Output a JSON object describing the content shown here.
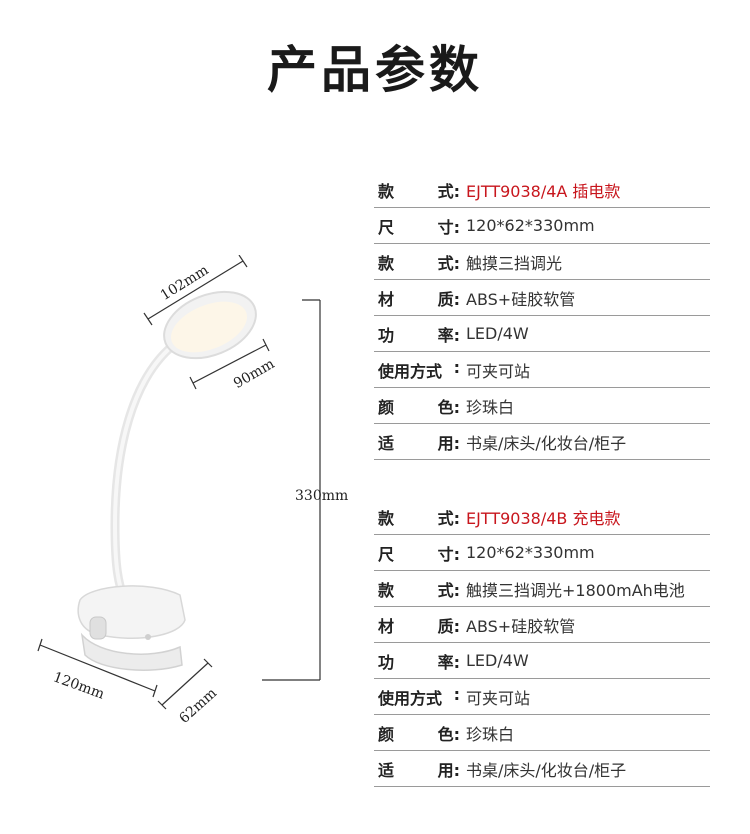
{
  "title": "产品参数",
  "dimensions": {
    "lamp_head_width": "102mm",
    "lamp_head_depth": "90mm",
    "height": "330mm",
    "base_width": "120mm",
    "base_depth": "62mm"
  },
  "colors": {
    "model_red": "#c8161d",
    "divider": "#9a9a9a"
  },
  "spec_plug": [
    {
      "k1": "款",
      "k2": "式",
      "value": "EJTT9038/4A 插电款"
    },
    {
      "k1": "尺",
      "k2": "寸",
      "value": "120*62*330mm"
    },
    {
      "k1": "款",
      "k2": "式",
      "value": "触摸三挡调光"
    },
    {
      "k1": "材",
      "k2": "质",
      "value": "ABS+硅胶软管"
    },
    {
      "k1": "功",
      "k2": "率",
      "value": "LED/4W"
    },
    {
      "k1": "使用方式",
      "k2": "",
      "value": "可夹可站"
    },
    {
      "k1": "颜",
      "k2": "色",
      "value": "珍珠白"
    },
    {
      "k1": "适",
      "k2": "用",
      "value": "书桌/床头/化妆台/柜子"
    }
  ],
  "spec_battery": [
    {
      "k1": "款",
      "k2": "式",
      "value": "EJTT9038/4B 充电款"
    },
    {
      "k1": "尺",
      "k2": "寸",
      "value": "120*62*330mm"
    },
    {
      "k1": "款",
      "k2": "式",
      "value": "触摸三挡调光+1800mAh电池"
    },
    {
      "k1": "材",
      "k2": "质",
      "value": "ABS+硅胶软管"
    },
    {
      "k1": "功",
      "k2": "率",
      "value": "LED/4W"
    },
    {
      "k1": "使用方式",
      "k2": "",
      "value": "可夹可站"
    },
    {
      "k1": "颜",
      "k2": "色",
      "value": "珍珠白"
    },
    {
      "k1": "适",
      "k2": "用",
      "value": "书桌/床头/化妆台/柜子"
    }
  ]
}
